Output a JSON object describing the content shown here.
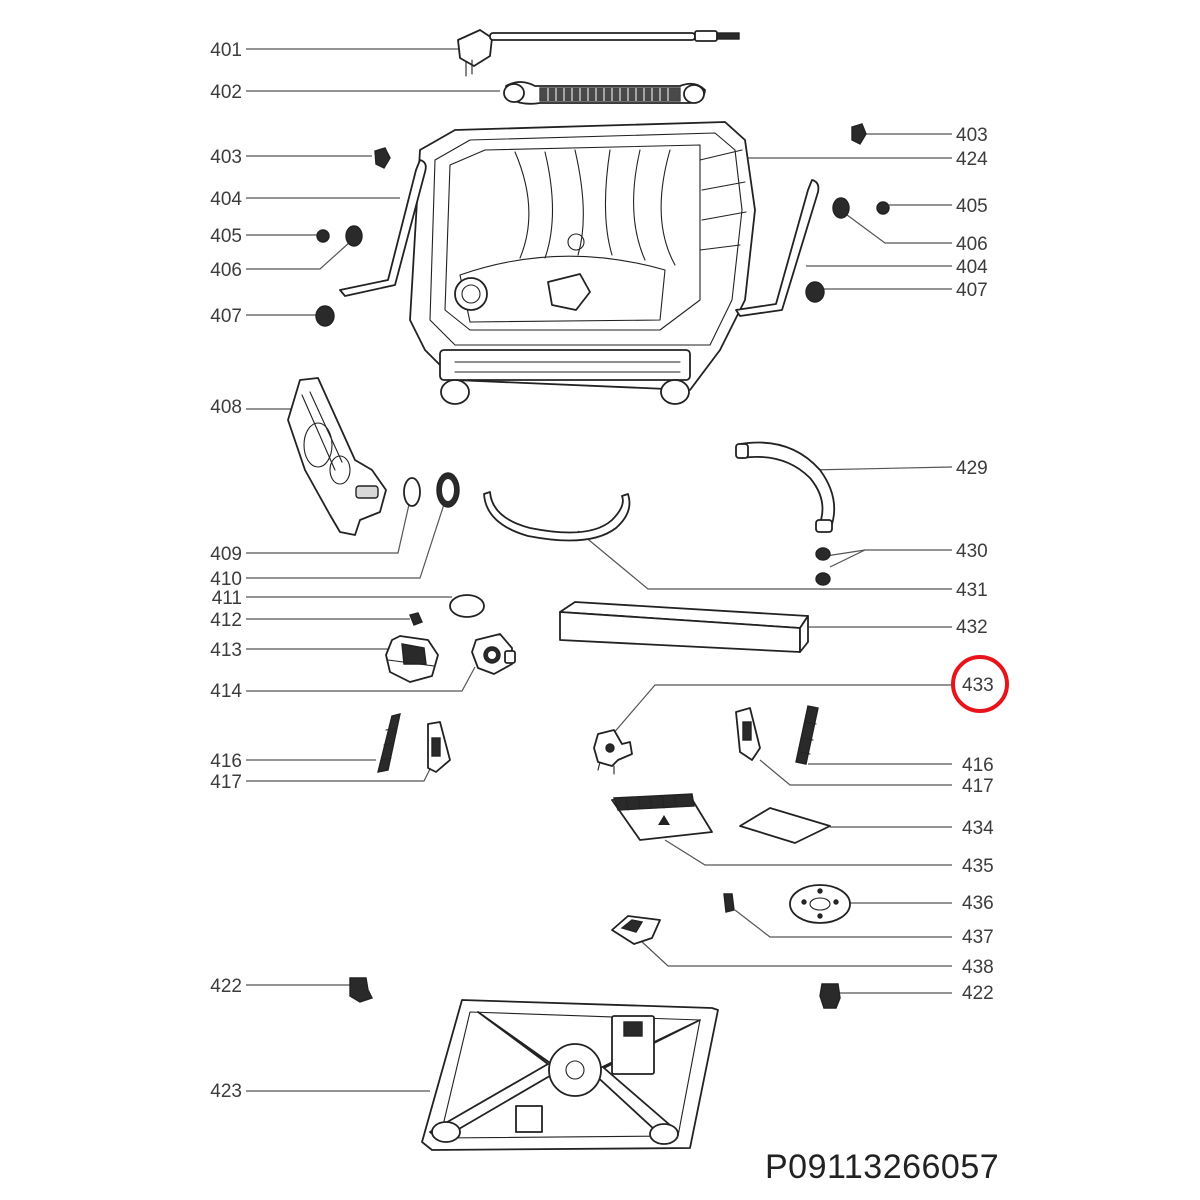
{
  "diagram": {
    "code": "P09113266057",
    "highlight_color": "#e8141c",
    "highlighted_label": "433",
    "labels_left": [
      {
        "id": "401",
        "text": "401"
      },
      {
        "id": "402",
        "text": "402"
      },
      {
        "id": "403",
        "text": "403"
      },
      {
        "id": "404",
        "text": "404"
      },
      {
        "id": "405",
        "text": "405"
      },
      {
        "id": "406",
        "text": "406"
      },
      {
        "id": "407",
        "text": "407"
      },
      {
        "id": "408",
        "text": "408"
      },
      {
        "id": "409",
        "text": "409"
      },
      {
        "id": "410",
        "text": "410"
      },
      {
        "id": "411",
        "text": "411"
      },
      {
        "id": "412",
        "text": "412"
      },
      {
        "id": "413",
        "text": "413"
      },
      {
        "id": "414",
        "text": "414"
      },
      {
        "id": "416",
        "text": "416"
      },
      {
        "id": "417",
        "text": "417"
      },
      {
        "id": "422",
        "text": "422"
      },
      {
        "id": "423",
        "text": "423"
      }
    ],
    "labels_right": [
      {
        "id": "403",
        "text": "403"
      },
      {
        "id": "424",
        "text": "424"
      },
      {
        "id": "405",
        "text": "405"
      },
      {
        "id": "406",
        "text": "406"
      },
      {
        "id": "404",
        "text": "404"
      },
      {
        "id": "407",
        "text": "407"
      },
      {
        "id": "429",
        "text": "429"
      },
      {
        "id": "430",
        "text": "430"
      },
      {
        "id": "431",
        "text": "431"
      },
      {
        "id": "432",
        "text": "432"
      },
      {
        "id": "433",
        "text": "433"
      },
      {
        "id": "416",
        "text": "416"
      },
      {
        "id": "417",
        "text": "417"
      },
      {
        "id": "434",
        "text": "434"
      },
      {
        "id": "435",
        "text": "435"
      },
      {
        "id": "436",
        "text": "436"
      },
      {
        "id": "437",
        "text": "437"
      },
      {
        "id": "438",
        "text": "438"
      },
      {
        "id": "422",
        "text": "422"
      }
    ]
  }
}
